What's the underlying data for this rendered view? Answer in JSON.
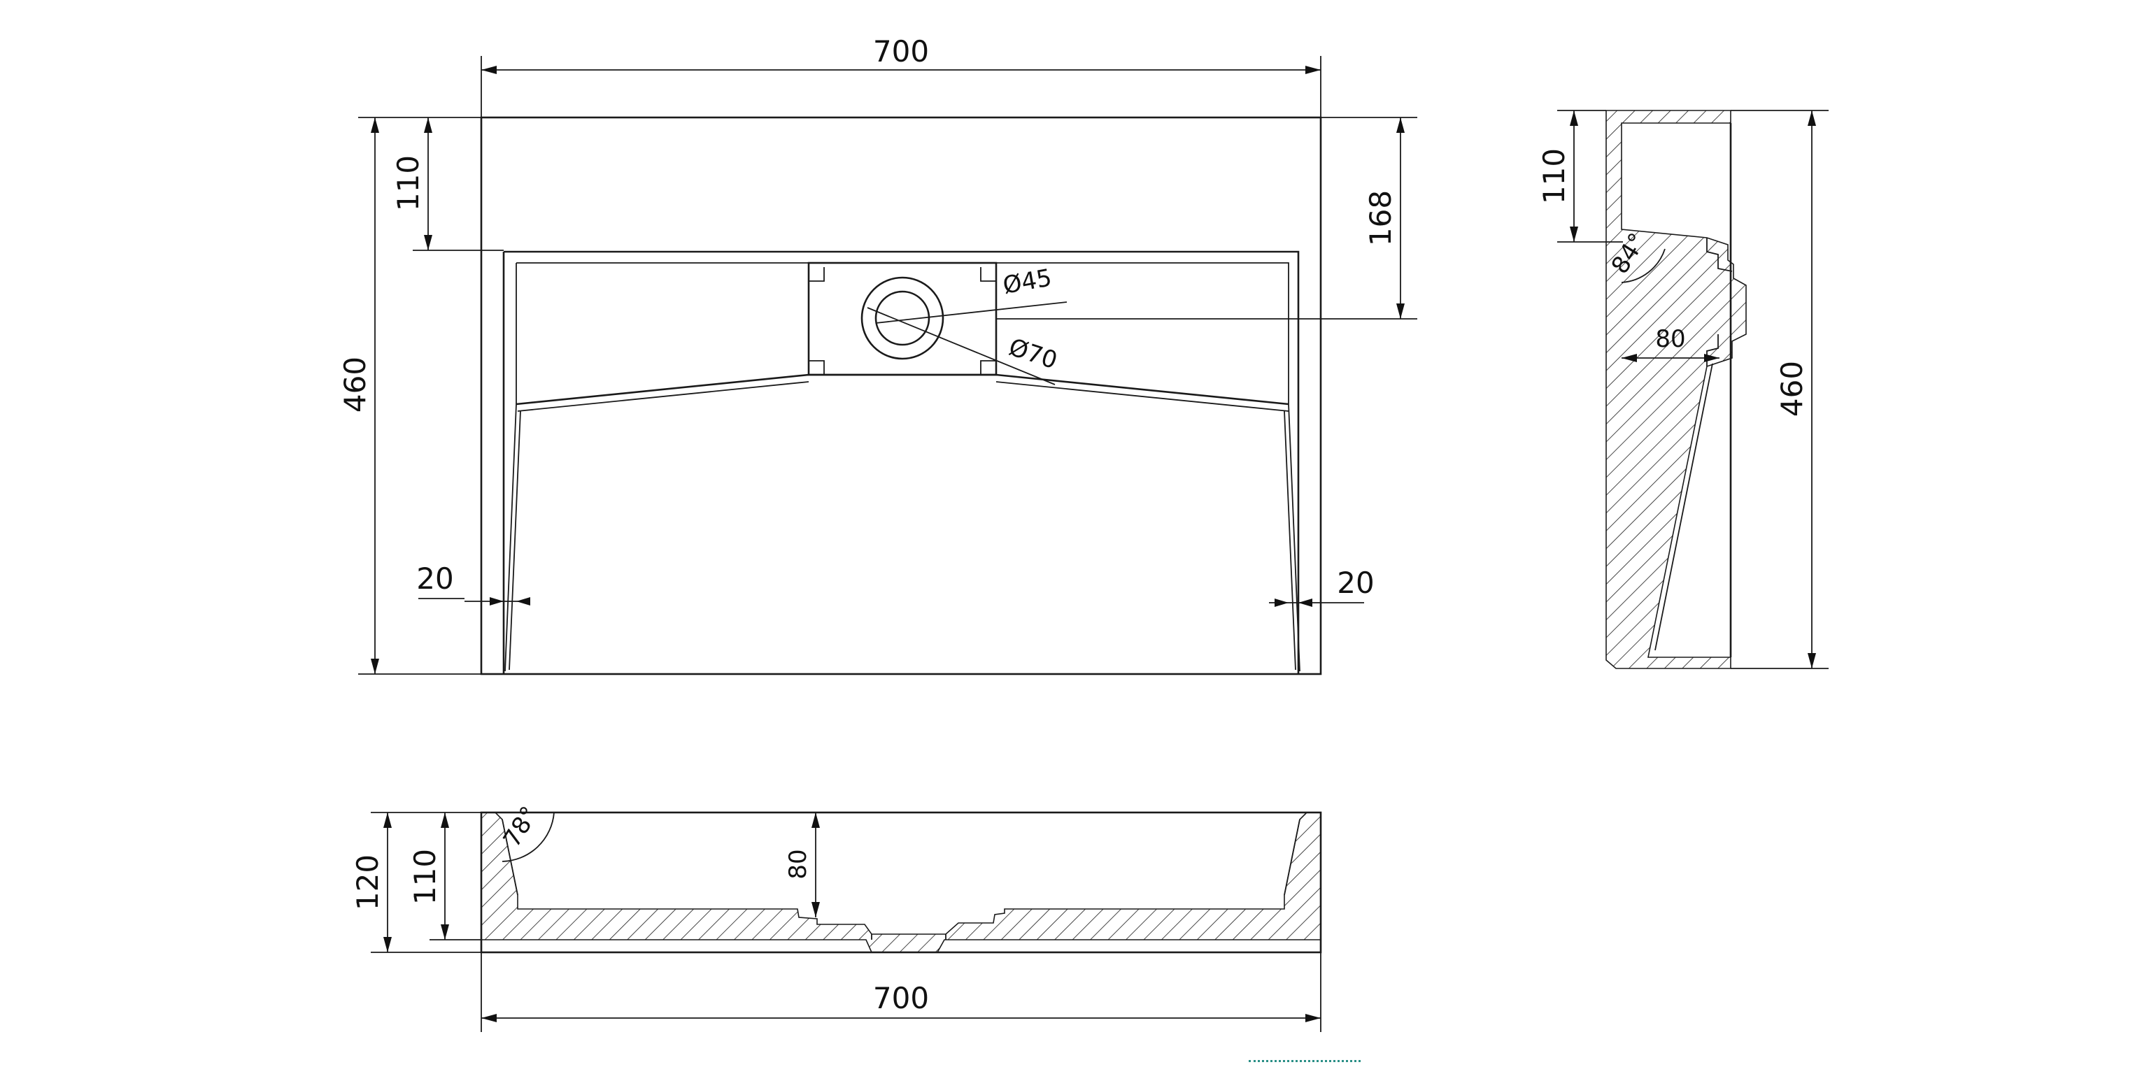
{
  "top_view": {
    "width_label": "700",
    "height_label": "460",
    "basin_offset_label": "110",
    "drain_center_label": "168",
    "inner_diameter_label": "Ø45",
    "outer_diameter_label": "Ø70",
    "left_margin_label": "20",
    "right_margin_label": "20"
  },
  "side_view": {
    "height_label": "460",
    "basin_depth_label": "110",
    "angle_label": "84°",
    "drain_offset_label": "80"
  },
  "front_view": {
    "total_height_label": "120",
    "basin_height_label": "110",
    "drain_height_label": "80",
    "angle_label": "78°",
    "width_label": "700"
  }
}
